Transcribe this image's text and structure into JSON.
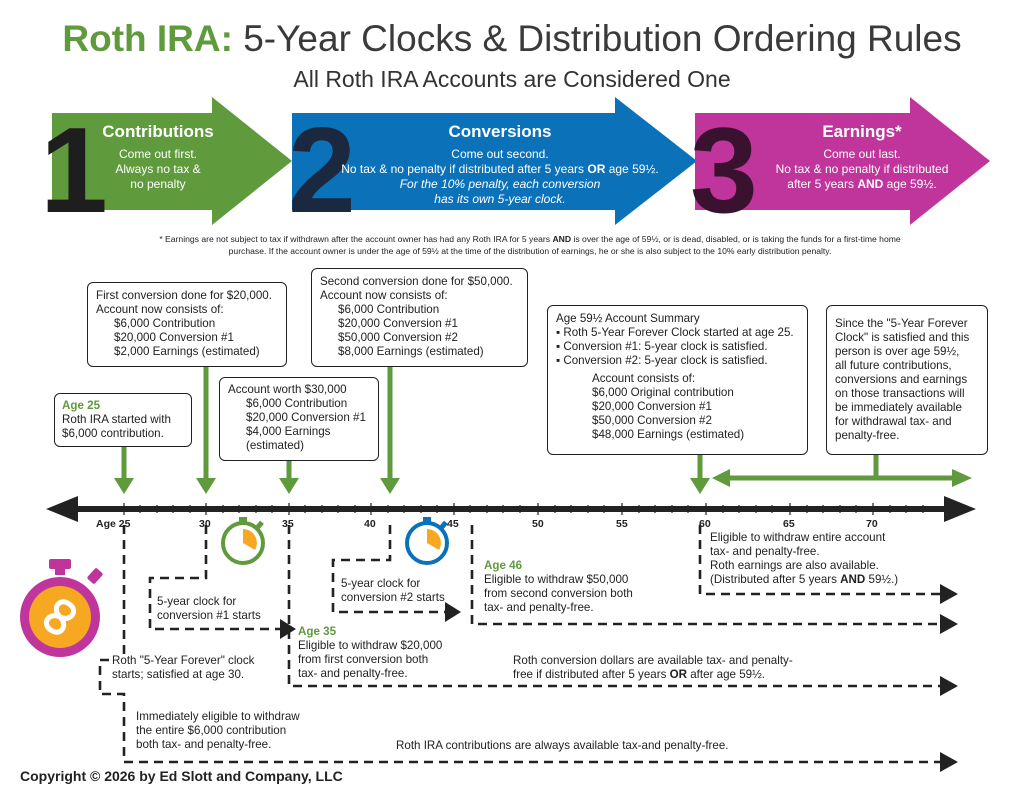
{
  "title": {
    "highlight": "Roth IRA:",
    "rest": " 5-Year Clocks & Distribution Ordering Rules"
  },
  "subtitle": "All Roth IRA Accounts are Considered One",
  "steps": [
    {
      "number": "1",
      "heading": "Contributions",
      "lines": [
        "Come out first.",
        "Always no tax &",
        "no penalty"
      ],
      "color": "#5f9a3c"
    },
    {
      "number": "2",
      "heading": "Conversions",
      "line1": "Come out second.",
      "line2_pre": "No tax & no penalty if distributed after 5 years ",
      "line2_bold": "OR",
      "line2_post": " age 59½.",
      "italic1": "For the 10% penalty, each conversion",
      "italic2": "has its own 5-year clock.",
      "color": "#0b72b9"
    },
    {
      "number": "3",
      "heading": "Earnings*",
      "line1": "Come out last.",
      "line2": "No tax & no penalty if distributed",
      "line3_pre": "after 5 years ",
      "line3_bold": "AND",
      "line3_post": " age 59½.",
      "color": "#c0359b"
    }
  ],
  "footnote": {
    "pre": "* Earnings are not subject to tax if withdrawn after the account owner has had any Roth IRA for 5 years ",
    "bold": "AND",
    "post": " is over the age of 59½, or is dead, disabled, or is taking the funds for a first-time home purchase. If the account owner is under the age of 59½ at the time of the distribution of earnings, he or she is also subject to the 10% early distribution penalty."
  },
  "boxes": {
    "age25": {
      "head": "Age 25",
      "l1": "Roth IRA started with",
      "l2": "$6,000 contribution."
    },
    "conv1": {
      "l1": "First conversion done for $20,000.",
      "l2": "Account now consists of:",
      "i1": "$6,000 Contribution",
      "i2": "$20,000 Conversion #1",
      "i3": "$2,000 Earnings (estimated)"
    },
    "worth": {
      "l1": "Account worth $30,000",
      "i1": "$6,000 Contribution",
      "i2": "$20,000 Conversion #1",
      "i3": "$4,000 Earnings",
      "i4": "(estimated)"
    },
    "conv2": {
      "l1": "Second conversion done for $50,000.",
      "l2": "Account now consists of:",
      "i1": "$6,000 Contribution",
      "i2": "$20,000 Conversion #1",
      "i3": "$50,000 Conversion #2",
      "i4": "$8,000 Earnings (estimated)"
    },
    "summary": {
      "l1": "Age 59½ Account Summary",
      "b1": "▪ Roth 5-Year Forever Clock started at age 25.",
      "b2": "▪ Conversion #1: 5-year clock is satisfied.",
      "b3": "▪ Conversion #2: 5-year clock is satisfied.",
      "l2": "Account consists of:",
      "i1": "$6,000 Original contribution",
      "i2": "$20,000 Conversion #1",
      "i3": "$50,000 Conversion #2",
      "i4": "$48,000 Earnings (estimated)"
    },
    "forever": {
      "l1": "Since the \"5-Year Forever",
      "l2": "Clock\" is satisfied and this",
      "l3": "person is over age 59½,",
      "l4": "all future contributions,",
      "l5": "conversions and earnings",
      "l6": "on those transactions will",
      "l7": "be immediately available",
      "l8": "for withdrawal tax- and",
      "l9": "penalty-free."
    }
  },
  "axis": {
    "ages": [
      "Age 25",
      "30",
      "35",
      "40",
      "45",
      "50",
      "55",
      "60",
      "65",
      "70"
    ]
  },
  "labels": {
    "clock1": {
      "l1": "5-year clock for",
      "l2": "conversion #1 starts"
    },
    "clock2": {
      "l1": "5-year clock for",
      "l2": "conversion #2 starts"
    },
    "forever": {
      "l1": "Roth \"5-Year Forever\" clock",
      "l2": "starts; satisfied at age 30."
    },
    "immediate": {
      "l1": "Immediately eligible to withdraw",
      "l2": "the entire $6,000 contribution",
      "l3": "both tax- and penalty-free."
    },
    "age35": {
      "head": "Age 35",
      "l1": "Eligible to withdraw $20,000",
      "l2": "from first conversion both",
      "l3": "tax- and penalty-free."
    },
    "age46": {
      "head": "Age 46",
      "l1": "Eligible to withdraw $50,000",
      "l2": "from second conversion both",
      "l3": "tax- and penalty-free."
    },
    "age60": {
      "l1": "Eligible to withdraw entire account",
      "l2": "tax- and penalty-free.",
      "l3": "Roth earnings are also available.",
      "l4_pre": "(Distributed after 5 years ",
      "l4_bold": "AND",
      "l4_post": " 59½.)"
    },
    "convdollars": {
      "l1": "Roth conversion dollars are available tax- and penalty-",
      "l2_pre": "free if distributed after 5 years ",
      "l2_bold": "OR",
      "l2_post": " after age 59½."
    },
    "contrib": "Roth IRA contributions are always available tax-and penalty-free."
  },
  "copyright": "Copyright © 2026 by Ed Slott and Company, LLC",
  "colors": {
    "green": "#5f9a3c",
    "blue": "#0b72b9",
    "magenta": "#c0359b",
    "orange": "#f7a823",
    "dark": "#222222"
  }
}
